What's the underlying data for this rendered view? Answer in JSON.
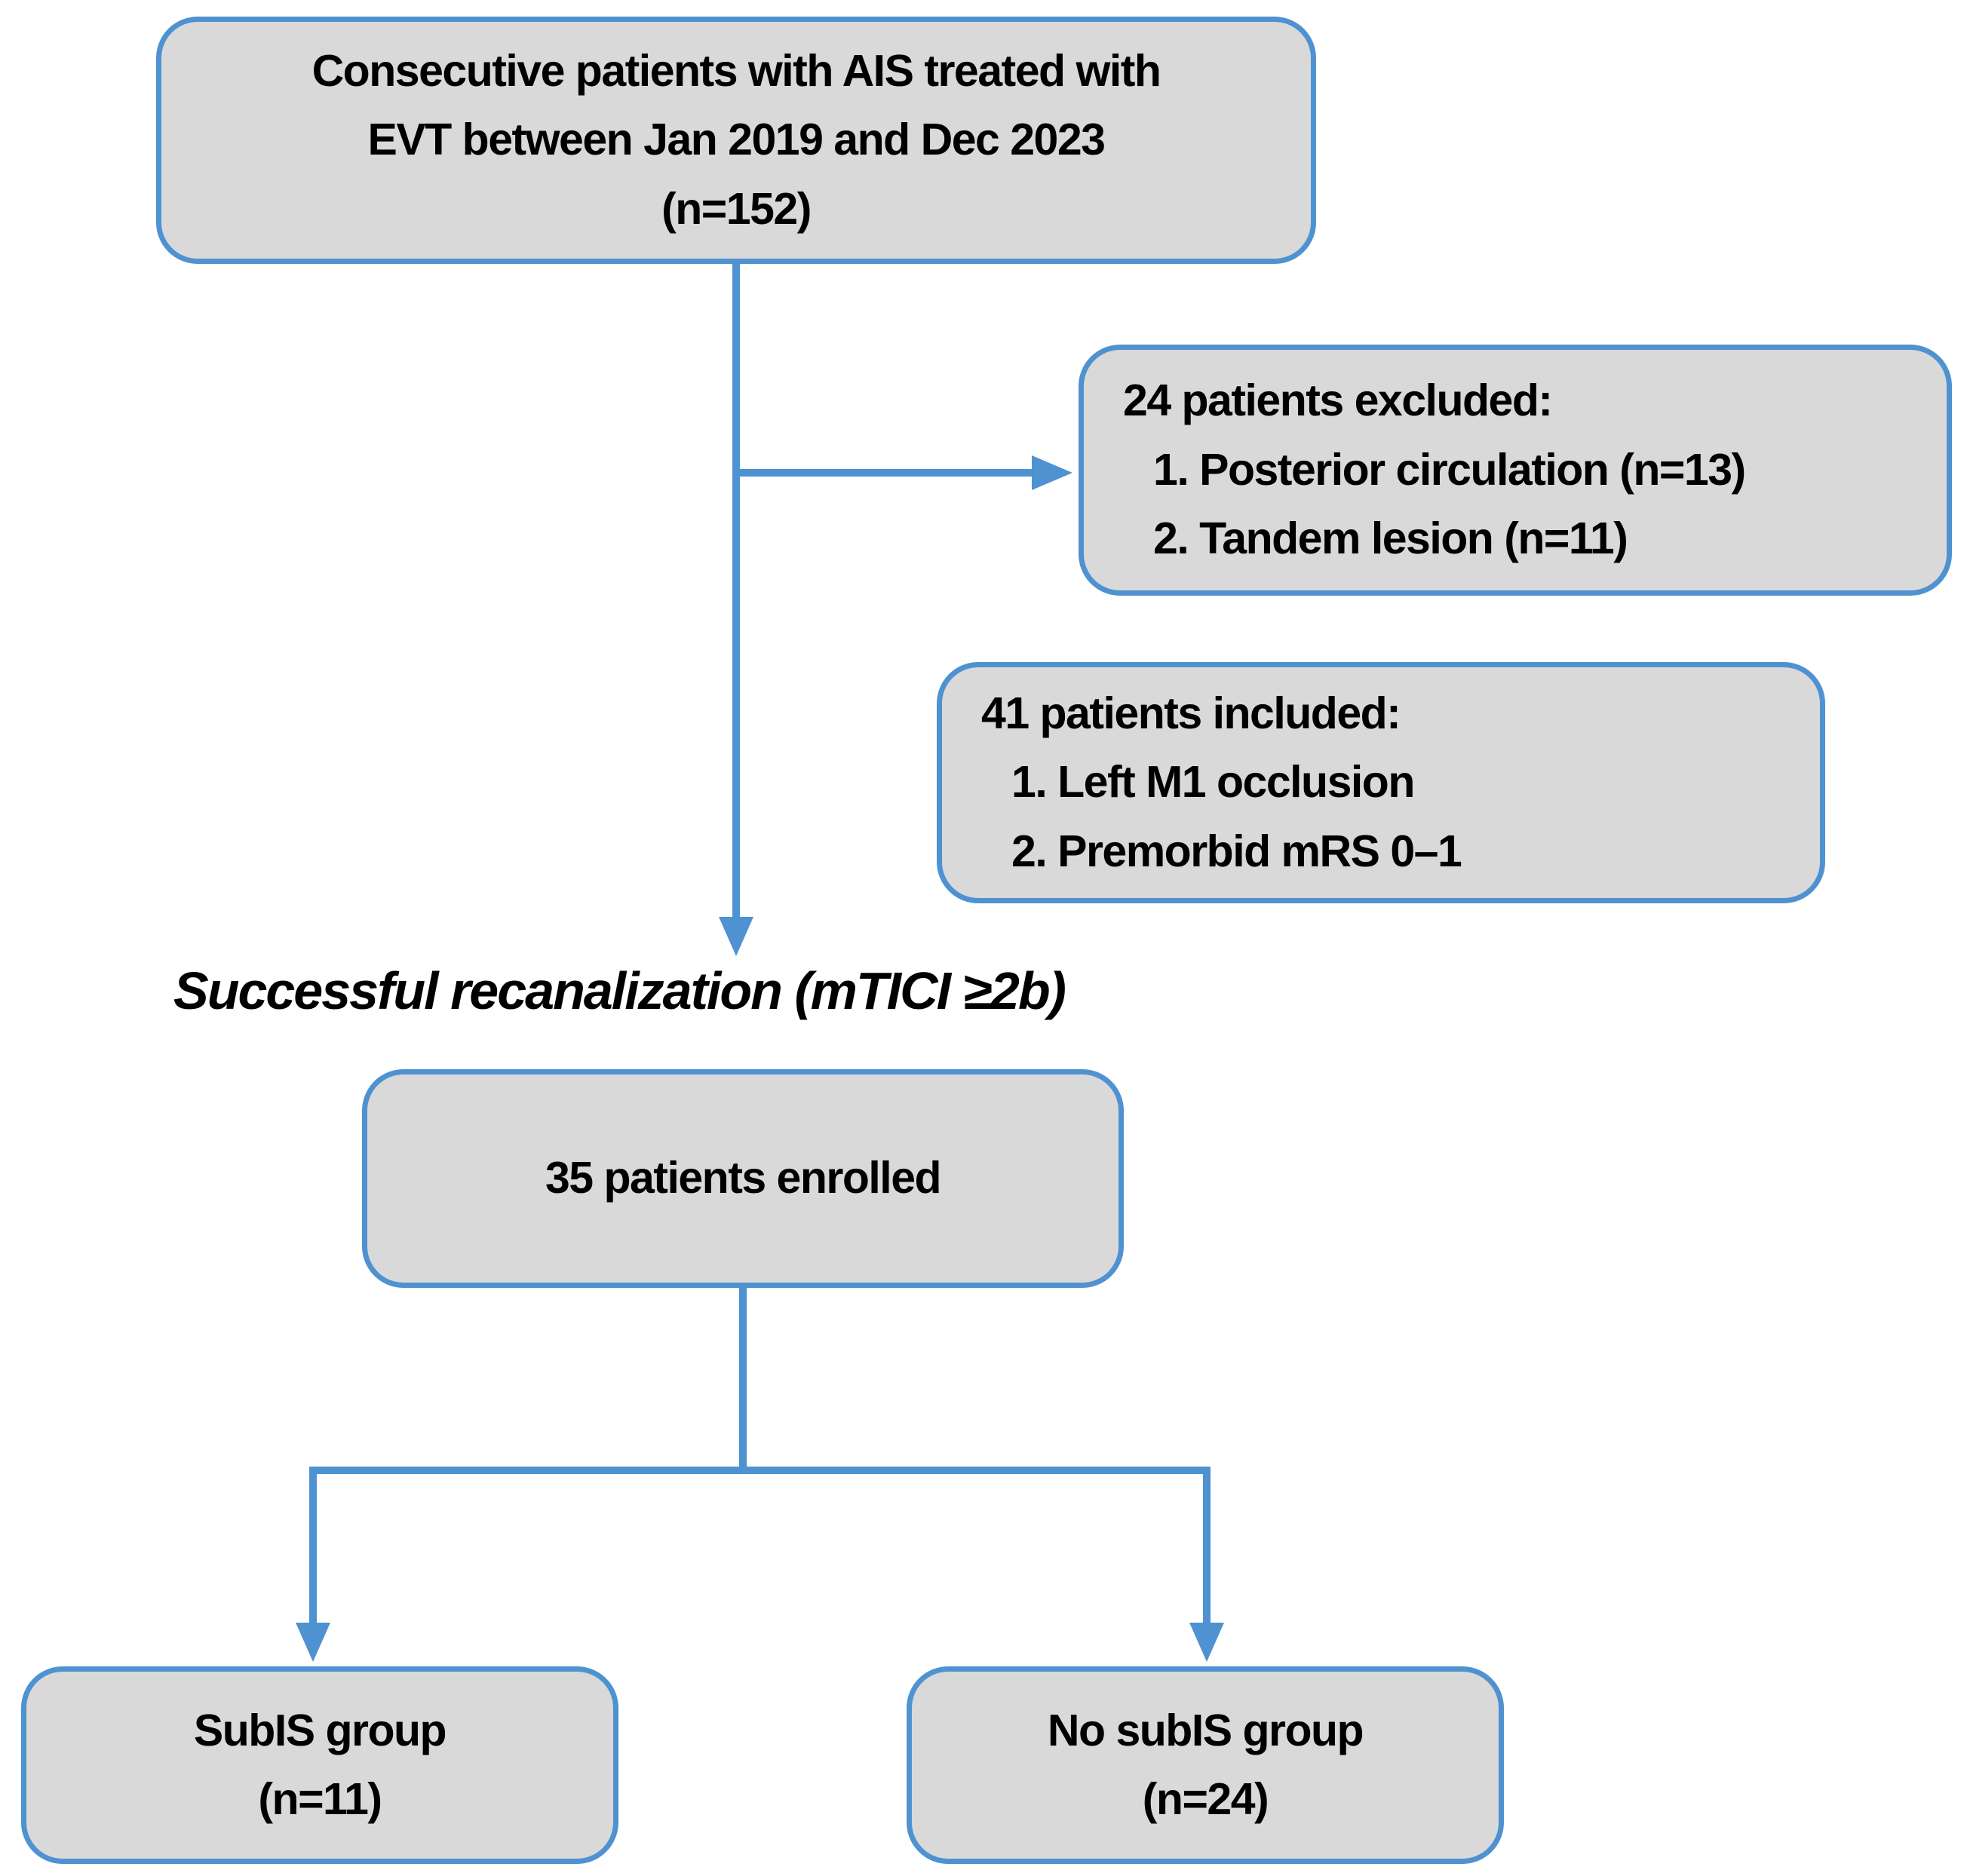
{
  "diagram": {
    "nodes": {
      "top": {
        "lines": [
          "Consecutive patients with AIS treated with",
          "EVT between Jan 2019 and Dec 2023",
          "(n=152)"
        ]
      },
      "excluded": {
        "title": "24 patients excluded:",
        "items": [
          "1. Posterior circulation (n=13)",
          "2. Tandem lesion (n=11)"
        ]
      },
      "included": {
        "title": "41 patients included:",
        "items": [
          "1. Left M1 occlusion",
          "2. Premorbid mRS 0–1"
        ]
      },
      "recanalization_label": "Successful recanalization (mTICI ≥2b)",
      "enrolled": {
        "lines": [
          "35 patients enrolled"
        ]
      },
      "subis": {
        "lines": [
          "SubIS group",
          "(n=11)"
        ]
      },
      "no_subis": {
        "lines": [
          "No subIS group",
          "(n=24)"
        ]
      }
    },
    "colors": {
      "box_fill": "#d9d9d9",
      "box_border": "#4f92d1",
      "connector": "#4f92d1",
      "text": "#000000"
    }
  }
}
